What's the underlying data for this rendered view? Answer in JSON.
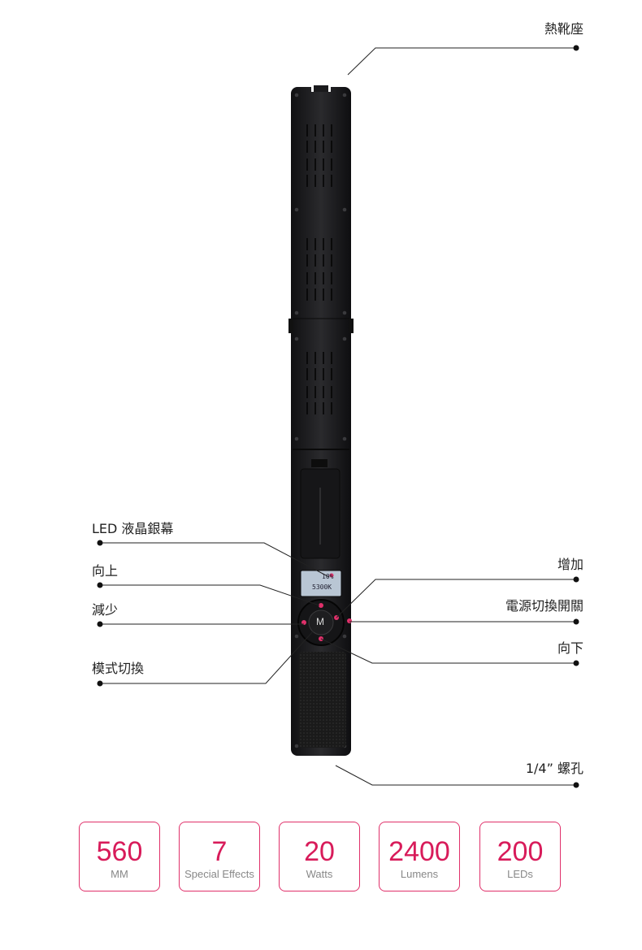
{
  "callouts": {
    "hot_shoe": "熱靴座",
    "lcd": "LED 液晶銀幕",
    "up": "向上",
    "decrease": "減少",
    "mode": "模式切換",
    "increase": "增加",
    "power": "電源切換開關",
    "down": "向下",
    "screw": "1/4”  螺孔"
  },
  "lcd_screen": {
    "line1": "10%",
    "line2": "5300K"
  },
  "mode_button_label": "M",
  "specs": [
    {
      "value": "560",
      "unit": "MM"
    },
    {
      "value": "7",
      "unit": "Special Effects"
    },
    {
      "value": "20",
      "unit": "Watts"
    },
    {
      "value": "2400",
      "unit": "Lumens"
    },
    {
      "value": "200",
      "unit": "LEDs"
    }
  ],
  "colors": {
    "accent": "#d81b5a",
    "device": "#1c1c1e",
    "line": "#222222"
  }
}
